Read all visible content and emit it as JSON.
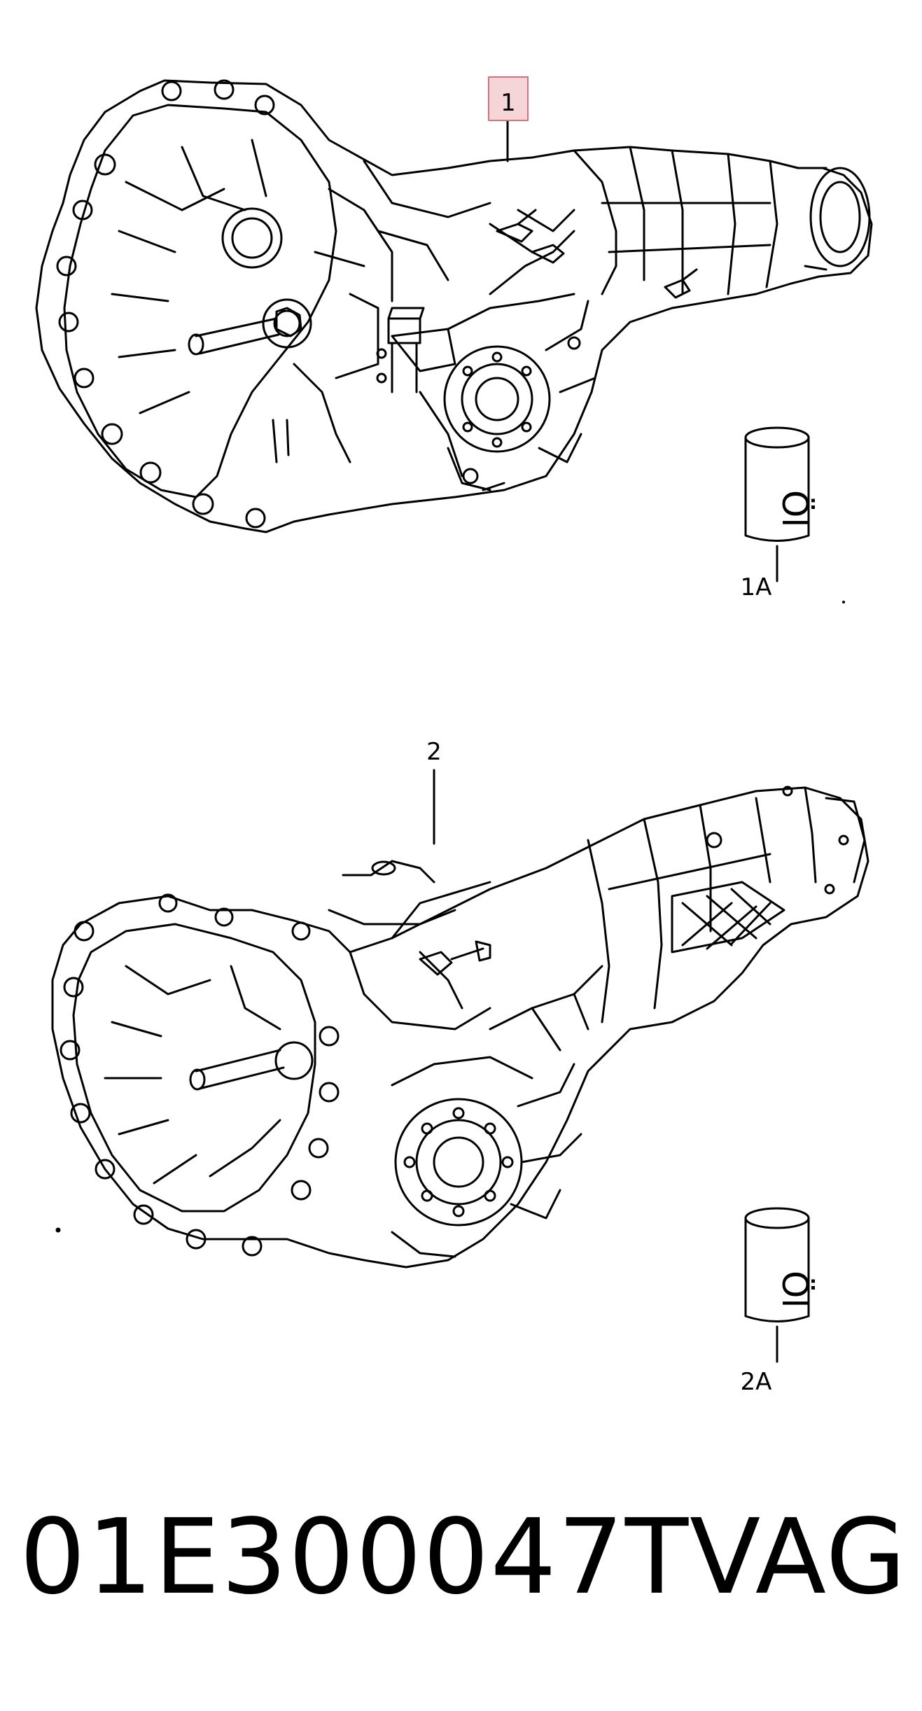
{
  "callouts": {
    "item1": "1",
    "item1a": "1A",
    "item2": "2",
    "item2a": "2A"
  },
  "footer": {
    "part_number": "01E300047T",
    "brand": "VAG"
  },
  "colors": {
    "line": "#000000",
    "highlight_fill": "#f6d5d8",
    "highlight_border": "#d9707a"
  }
}
